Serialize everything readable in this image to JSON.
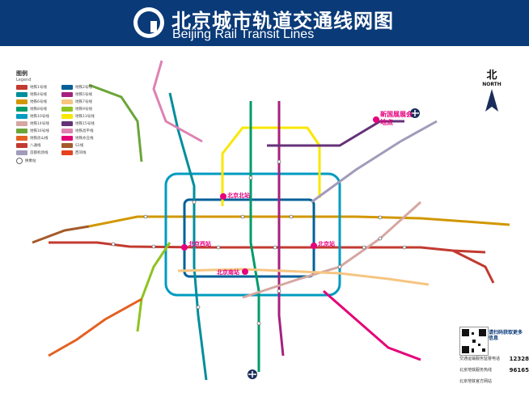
{
  "header": {
    "title_cn": "北京城市轨道交通线网图",
    "title_en": "Beijing Rail Transit Lines"
  },
  "legend": {
    "title": "图例",
    "subtitle": "Legend",
    "items": [
      {
        "label": "地铁1号线",
        "color": "#c23a30"
      },
      {
        "label": "地铁2号线",
        "color": "#006098"
      },
      {
        "label": "地铁4号线",
        "color": "#008e9c"
      },
      {
        "label": "地铁5号线",
        "color": "#a6217f"
      },
      {
        "label": "地铁6号线",
        "color": "#d29700"
      },
      {
        "label": "地铁7号线",
        "color": "#f6c582"
      },
      {
        "label": "地铁8号线",
        "color": "#009b6b"
      },
      {
        "label": "地铁9号线",
        "color": "#8fc31f"
      },
      {
        "label": "地铁10号线",
        "color": "#009bc0"
      },
      {
        "label": "地铁13号线",
        "color": "#f9e700"
      },
      {
        "label": "地铁14号线",
        "color": "#d5a7a1"
      },
      {
        "label": "地铁15号线",
        "color": "#653279"
      },
      {
        "label": "地铁16号线",
        "color": "#6ba539"
      },
      {
        "label": "地铁昌平线",
        "color": "#de82b2"
      },
      {
        "label": "地铁房山线",
        "color": "#e46022"
      },
      {
        "label": "地铁亦庄线",
        "color": "#e40077"
      },
      {
        "label": "八通线",
        "color": "#c23a30"
      },
      {
        "label": "S1线",
        "color": "#a45a2a"
      },
      {
        "label": "首都机场线",
        "color": "#a29bbb"
      },
      {
        "label": "西郊线",
        "color": "#e6421e"
      },
      {
        "label": "换乘站",
        "color": "#666666"
      }
    ]
  },
  "north": {
    "cn": "北",
    "en": "NORTH"
  },
  "highlight_stations": [
    {
      "label": "北京北站"
    },
    {
      "label": "北京西站"
    },
    {
      "label": "北京站"
    },
    {
      "label": "北京南站"
    },
    {
      "label": "新国展展会地点"
    }
  ],
  "contact": {
    "qr_caption": "请扫码获取更多信息",
    "line1_label": "交通运输服务监督电话",
    "line1_number": "12328",
    "line2_label": "北京地铁服务热线",
    "line2_number": "96165",
    "line3_label": "北京地铁官方网站"
  },
  "colors": {
    "header_bg": "#0a3a78",
    "highlight": "#e6007e"
  }
}
